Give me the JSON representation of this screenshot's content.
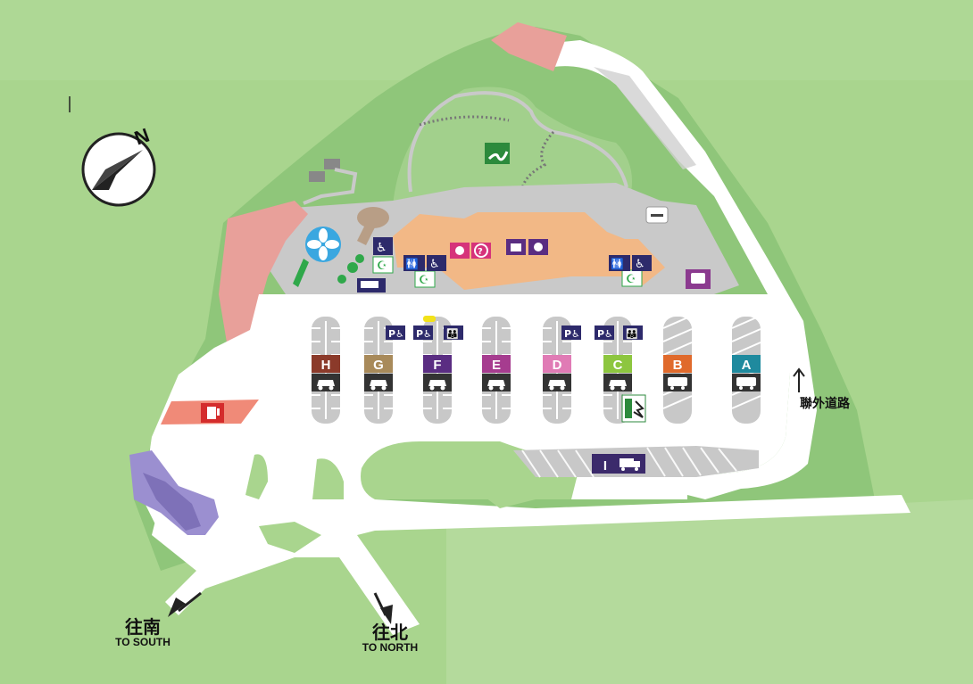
{
  "map": {
    "north_letter": "N",
    "access_road_label": "聯外道路",
    "exit_south": {
      "zh": "往南",
      "en": "TO SOUTH"
    },
    "exit_north": {
      "zh": "往北",
      "en": "TO NORTH"
    }
  },
  "parking_zones": [
    {
      "letter": "H",
      "color": "#8b3a2a",
      "vehicle": "car"
    },
    {
      "letter": "G",
      "color": "#a88a5a",
      "vehicle": "car"
    },
    {
      "letter": "F",
      "color": "#5a2d82",
      "vehicle": "car"
    },
    {
      "letter": "E",
      "color": "#a63c8f",
      "vehicle": "car"
    },
    {
      "letter": "D",
      "color": "#e07bb5",
      "vehicle": "car"
    },
    {
      "letter": "C",
      "color": "#8dc63f",
      "vehicle": "car"
    },
    {
      "letter": "B",
      "color": "#e06a2c",
      "vehicle": "bus"
    },
    {
      "letter": "A",
      "color": "#1f8a9e",
      "vehicle": "bus"
    }
  ],
  "truck_zone": {
    "letter": "I",
    "color": "#3b2a6b",
    "vehicle": "truck"
  },
  "colors": {
    "grass": "#a9d58e",
    "grass_light": "#c6e3b0",
    "road": "#ffffff",
    "plaza": "#c9c9c9",
    "building": "#f2b886",
    "roof": "#e8a09a",
    "fuel": "#f08a78",
    "purple_building": "#9b8fd0",
    "icon_navy": "#2d2a6b"
  },
  "icons": [
    "fan-icon",
    "wheelchair-icon",
    "toilet-icon",
    "info-icon",
    "nursing-room-icon",
    "gift-shop-icon",
    "restaurant-icon",
    "prayer-room-icon",
    "smoking-area-icon",
    "bus-stop-icon",
    "trail-icon",
    "fuel-station-icon",
    "ev-charging-icon",
    "accessible-parking-icon",
    "truck-icon"
  ]
}
